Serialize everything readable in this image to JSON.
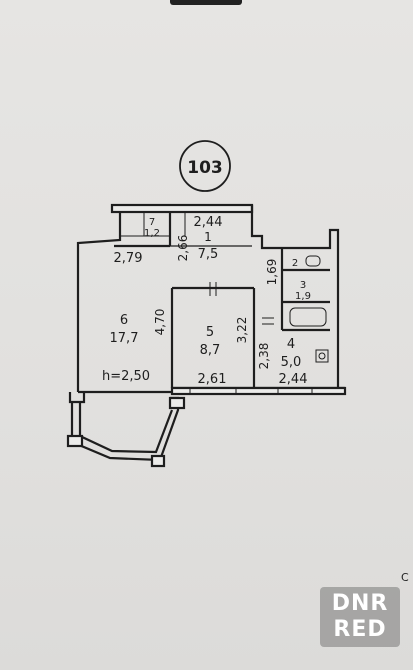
{
  "plan_number": "103",
  "corner_text": "С",
  "watermark": {
    "line1": "DNR",
    "line2": "RED"
  },
  "rooms": [
    {
      "id": "7",
      "area": "1,2"
    },
    {
      "id": "1",
      "area": "7,5"
    },
    {
      "id": "6",
      "area": "17,7"
    },
    {
      "id": "5",
      "area": "8,7"
    },
    {
      "id": "2",
      "area": ""
    },
    {
      "id": "3",
      "area": "1,9"
    },
    {
      "id": "4",
      "area": "5,0"
    }
  ],
  "ceiling_height": "h=2,50",
  "dimensions": {
    "top_width": "2,44",
    "hall_height": "2,66",
    "room6_width": "2,79",
    "room6_height": "4,70",
    "room5_height": "3,22",
    "room5_width": "2,61",
    "bath_height": "1,69",
    "kitchen_height": "2,38",
    "kitchen_width": "2,44"
  }
}
